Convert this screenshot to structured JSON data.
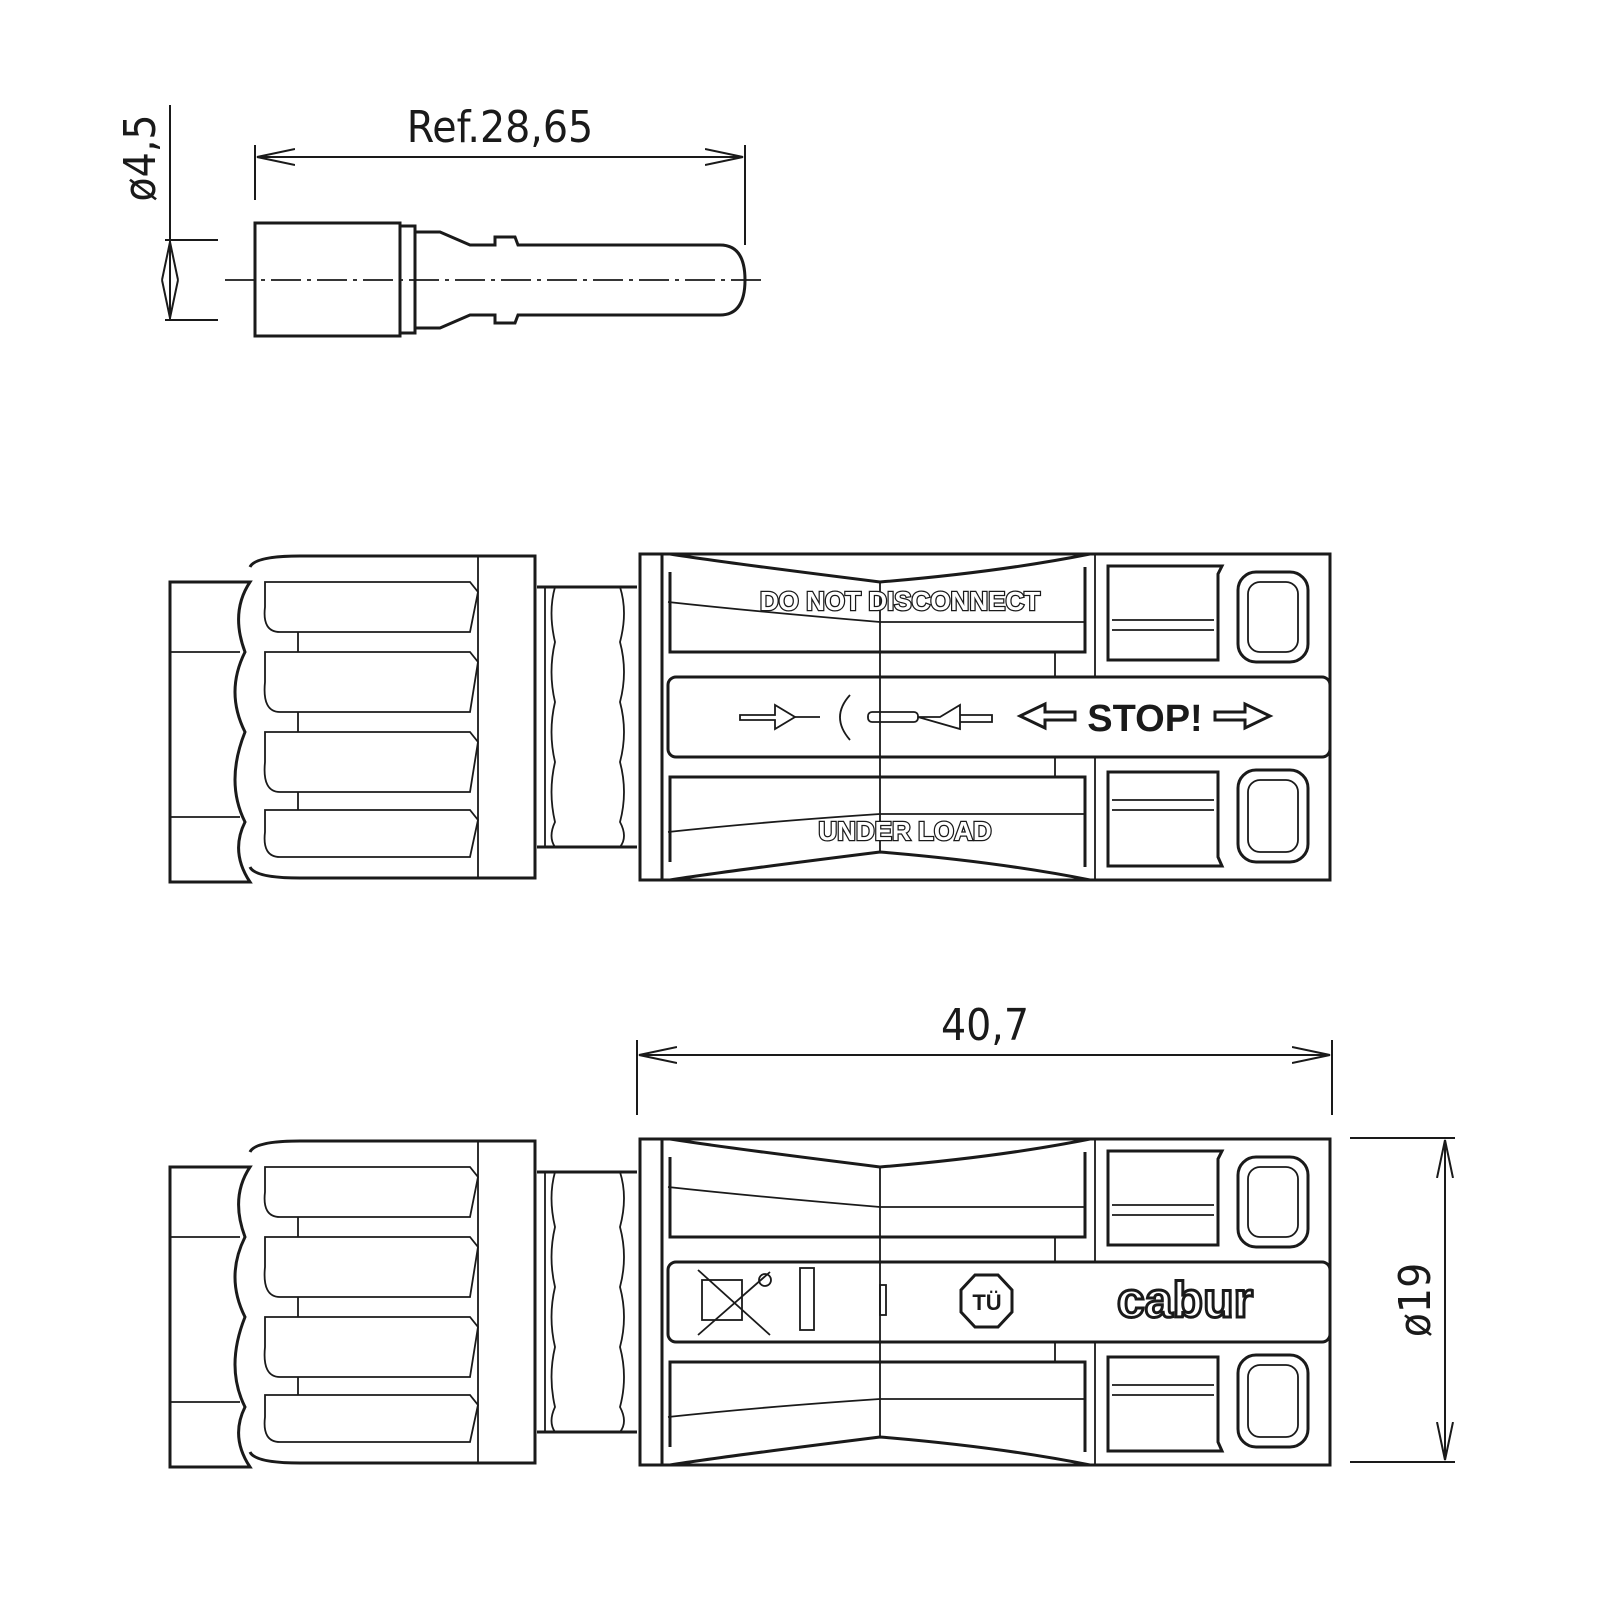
{
  "pin": {
    "length_dim": "Ref.28,65",
    "diameter_dim": "ø4,5"
  },
  "connector_top": {
    "label_top": "DO NOT DISCONNECT",
    "label_center": "STOP!",
    "label_bottom": "UNDER LOAD"
  },
  "connector_bottom": {
    "length_dim": "40,7",
    "diameter_dim": "ø19",
    "brand": "cabur"
  },
  "colors": {
    "line": "#1a1a1a",
    "background": "#ffffff"
  }
}
